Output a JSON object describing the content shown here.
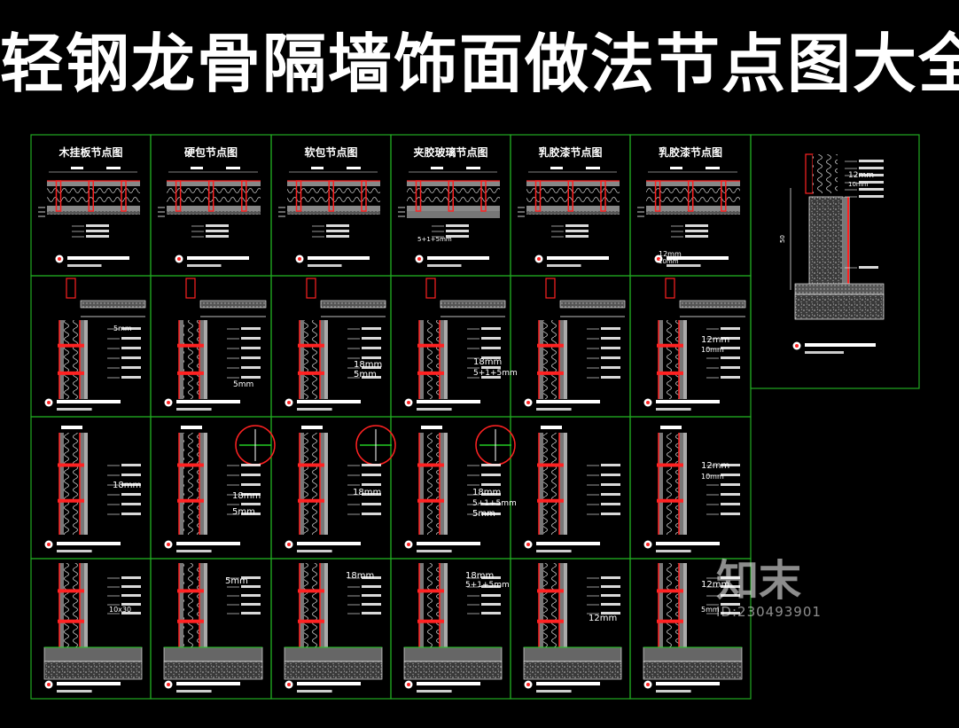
{
  "title": "轻钢龙骨隔墙饰面做法节点图大全",
  "watermark": {
    "brand": "知末",
    "id": "ID:230493901"
  },
  "row1_titles": [
    "木挂板节点图",
    "硬包节点图",
    "软包节点图",
    "夹胶玻璃节点图",
    "乳胶漆节点图",
    "乳胶漆节点图"
  ],
  "dim_labels": {
    "a": "18mm",
    "b": "5mm",
    "c": "5+1+5mm",
    "d": "12mm",
    "e": "10mm",
    "f": "50",
    "g": "10x30"
  },
  "colors": {
    "background": "#000000",
    "frame": "#22aa22",
    "wall": "#ff2222",
    "text": "#ffffff",
    "hatch": "#9a9a9a",
    "leader": "#ffffff"
  }
}
